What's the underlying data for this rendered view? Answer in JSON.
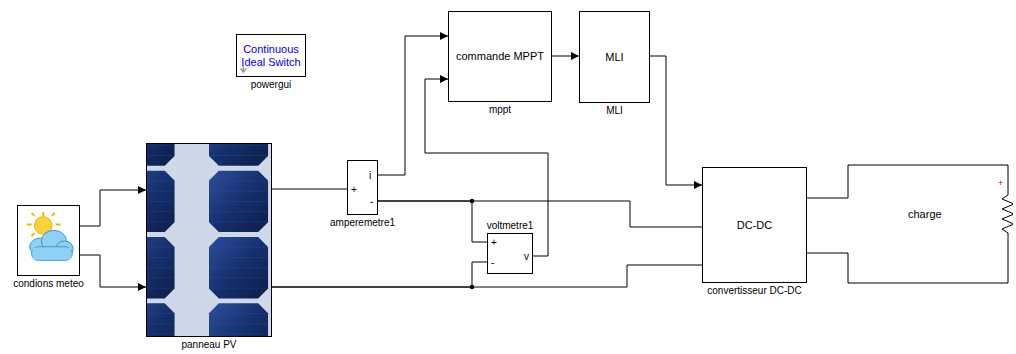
{
  "diagram": {
    "nodes": [
      {
        "text": [
          "Continuous Ideal Switch",
          "powergui"
        ]
      },
      {
        "text": [
          "condions meteo"
        ]
      },
      {
        "text": [
          "panneau PV"
        ]
      },
      {
        "text": [
          "i",
          "+",
          "-",
          "amperemetre1"
        ]
      },
      {
        "text": [
          "voltmetre1",
          "+",
          "-",
          "v"
        ]
      },
      {
        "text": [
          "commande MPPT",
          "mppt"
        ]
      },
      {
        "text": [
          "MLI",
          "MLI"
        ]
      },
      {
        "text": [
          "DC-DC",
          "convertisseur DC-DC"
        ]
      },
      {
        "text": [
          "charge",
          "+"
        ]
      }
    ],
    "edges": [
      {
        "from": 1,
        "to": 2,
        "arrow": "to"
      },
      {
        "from": 1,
        "to": 2,
        "arrow": "to"
      },
      {
        "from": 2,
        "to": 3,
        "arrow": "none"
      },
      {
        "from": 3,
        "to": 5,
        "arrow": "to"
      },
      {
        "from": 3,
        "to": 7,
        "arrow": "none"
      },
      {
        "from": 3,
        "to": 4,
        "arrow": "none"
      },
      {
        "from": 4,
        "to": 5,
        "arrow": "to"
      },
      {
        "from": 2,
        "to": 7,
        "arrow": "none"
      },
      {
        "from": 2,
        "to": 4,
        "arrow": "none"
      },
      {
        "from": 5,
        "to": 6,
        "arrow": "to"
      },
      {
        "from": 6,
        "to": 7,
        "arrow": "to"
      },
      {
        "from": 7,
        "to": 8,
        "arrow": "none"
      },
      {
        "from": 7,
        "to": 8,
        "arrow": "none"
      }
    ]
  }
}
